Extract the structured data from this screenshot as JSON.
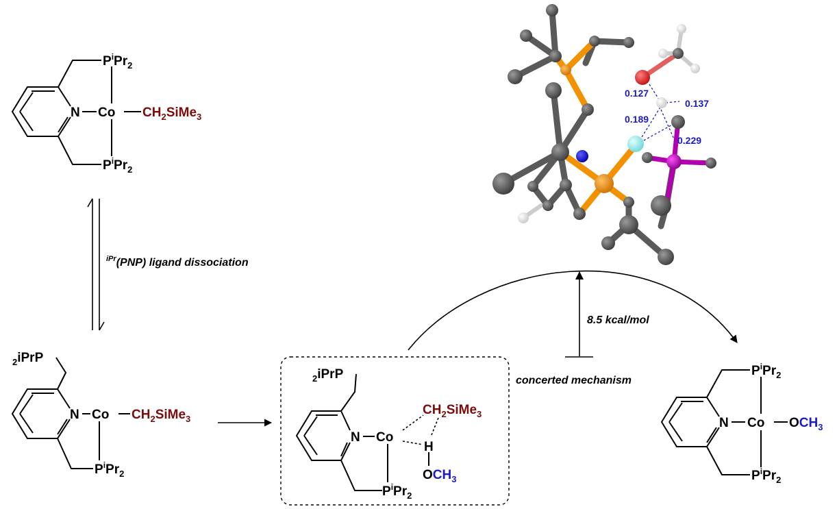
{
  "atoms": {
    "P": "P",
    "N": "N",
    "Co": "Co",
    "H": "H",
    "O": "O",
    "i": "i",
    "Pr": "Pr",
    "two": "2",
    "three": "3",
    "CH": "CH",
    "SiMe": "SiMe",
    "iPrP": "iPrP",
    "CH3_C": "CH"
  },
  "labels": {
    "dissociation_prefix": "iPr",
    "dissociation_text": "(PNP) ligand dissociation",
    "energy": "8.5 kcal/mol",
    "mechanism": "concerted mechanism"
  },
  "distances": [
    "0.127",
    "0.137",
    "0.189",
    "0.229"
  ],
  "colors": {
    "alkyl": "#7a0c0c",
    "methoxy": "#1a1acc",
    "carbon": "#5a5a5a",
    "phosphorus": "#f39200",
    "nitrogen": "#1a1aff",
    "oxygen": "#e03030",
    "silicon": "#b000b0",
    "hydrogen_transfer": "#9ef0ee",
    "hydrogen": "#f2f2f2"
  }
}
